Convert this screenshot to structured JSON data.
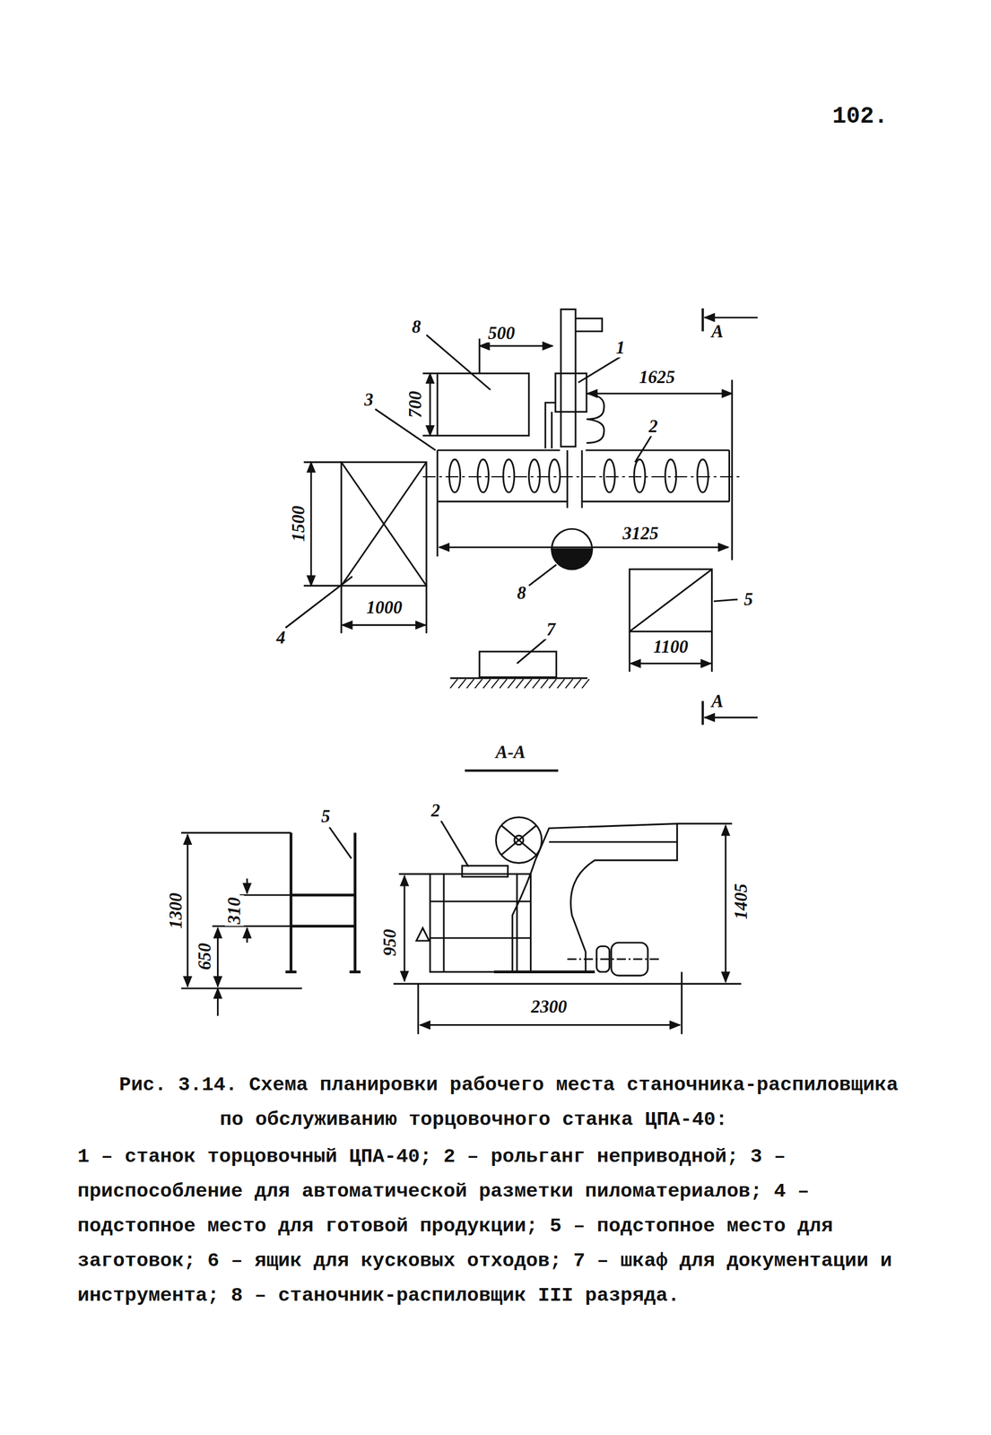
{
  "diagram": {
    "caption": "Рис. 3.14. Схема планировки рабочего места станочника-распиловщика по обслуживанию торцовочного станка ЦПА-40:",
    "labels": [
      "102.",
      "8",
      "500",
      "1",
      "700",
      "1625",
      "3",
      "2",
      "1500",
      "3125",
      "8",
      "5",
      "4",
      "1000",
      "7",
      "1100",
      "А",
      "А",
      "А-А",
      "5",
      "2",
      "1300",
      "310",
      "650",
      "950",
      "1405",
      "2300",
      "1 – станок торцовочный ЦПА-40;",
      "2 – рольганг неприводной;",
      "3 – приспособление для автоматической разметки пиломатериалов;",
      "4 – подстопное место для готовой продукции;",
      "5 – подстопное место для заготовок;",
      "6 – ящик для кусковых отходов;",
      "7 – шкаф для документации и инструмента;",
      "8 – станочник-распиловщик III разряда."
    ]
  }
}
